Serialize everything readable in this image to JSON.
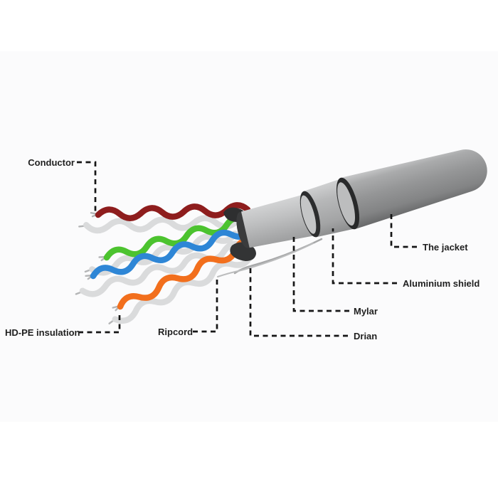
{
  "diagram": {
    "type": "cable-cutaway-diagram",
    "subject": "FTP twisted-pair network cable construction",
    "parts": [
      {
        "id": "conductor",
        "label": "Conductor"
      },
      {
        "id": "hdpe-insulation",
        "label": "HD-PE insulation"
      },
      {
        "id": "ripcord",
        "label": "Ripcord"
      },
      {
        "id": "drian",
        "label": "Drian"
      },
      {
        "id": "mylar",
        "label": "Mylar"
      },
      {
        "id": "aluminium-shield",
        "label": "Aluminium shield"
      },
      {
        "id": "jacket",
        "label": "The jacket"
      }
    ],
    "colors": {
      "background": "#ffffff",
      "photo_area": "#fbfbfc",
      "label_text": "#1f1f1f",
      "pointer_line": "#161616",
      "pair_maroon": "#8e1d1d",
      "pair_green": "#4cc32f",
      "pair_blue": "#2e86d6",
      "pair_orange": "#f26f1d",
      "white_wire": "#dadbdc",
      "jacket_gray": "#949596",
      "shield_gray": "#b4b5b6",
      "mylar_gray": "#c2c3c4",
      "cut_ring_dark": "#28292a",
      "bare_tip_gray": "#b4b5b6"
    }
  }
}
